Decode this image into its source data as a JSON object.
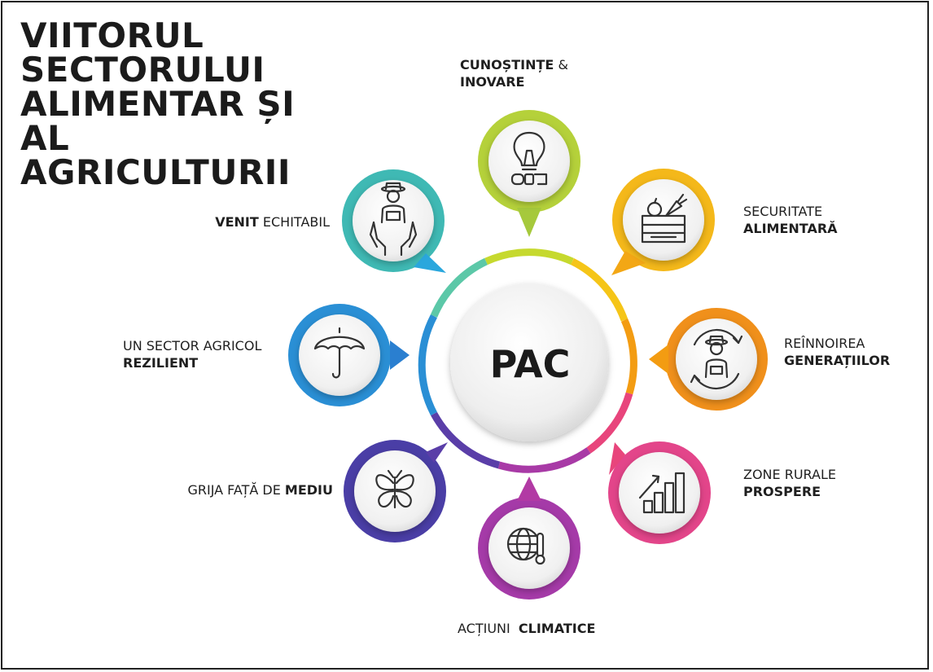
{
  "title": [
    "VIITORUL",
    "SECTORULUI",
    "ALIMENTAR ȘI",
    "AL",
    "AGRICULTURII"
  ],
  "center": "PAC",
  "items": {
    "knowledge": {
      "bold": "CUNOȘTINȚE",
      "normal": "&",
      "line2": "INOVARE"
    },
    "food_security": {
      "line1": "SECURITATE",
      "line2": "ALIMENTARĂ"
    },
    "generational_renewal": {
      "line1": "REÎNNOIREA",
      "line2": "GENERAȚIILOR"
    },
    "rural_areas": {
      "line1": "ZONE RURALE",
      "line2": "PROSPERE"
    },
    "climate_action": {
      "normal": "ACȚIUNI",
      "bold": "CLIMATICE"
    },
    "environment": {
      "normal": "GRIJA FAȚĂ DE",
      "bold": "MEDIU"
    },
    "resilient_sector": {
      "line1": "UN SECTOR AGRICOL",
      "line2": "REZILIENT"
    },
    "fair_income": {
      "bold": "VENIT",
      "normal": "ECHITABIL"
    }
  },
  "colors": {
    "knowledge": [
      "#c6d92e",
      "#9bc53d"
    ],
    "food_security": [
      "#f5c518",
      "#f39c12"
    ],
    "generational_renewal": [
      "#f39c12",
      "#e8611a"
    ],
    "rural_areas": [
      "#e8457c",
      "#d63aa0"
    ],
    "climate_action": [
      "#b23aa4",
      "#8e3da0"
    ],
    "environment": [
      "#5a3ea8",
      "#3b3ea0"
    ],
    "resilient_sector": [
      "#2aa7dd",
      "#2a6fc8"
    ],
    "fair_income": [
      "#5cc8a8",
      "#2aa7dd"
    ]
  },
  "icons": {
    "knowledge": "lightbulb-icon",
    "food_security": "produce-crate-icon",
    "generational_renewal": "farmer-renewal-icon",
    "rural_areas": "growth-chart-icon",
    "climate_action": "globe-thermometer-icon",
    "environment": "butterfly-leaf-icon",
    "resilient_sector": "umbrella-icon",
    "fair_income": "farmer-hands-icon"
  }
}
